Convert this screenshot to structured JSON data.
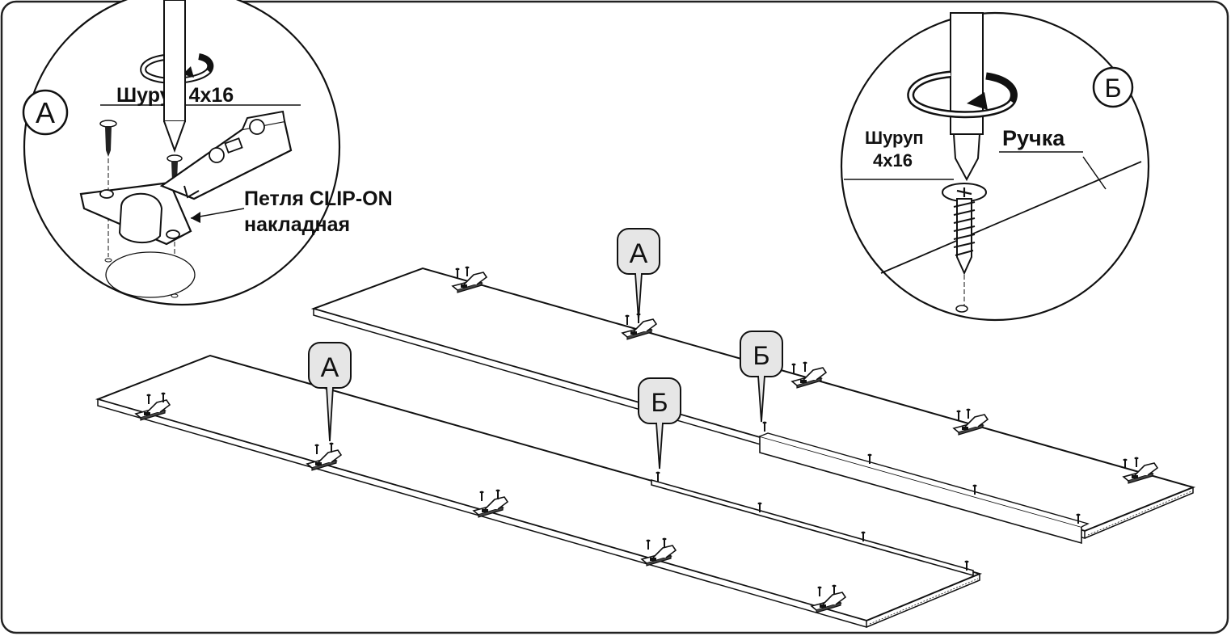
{
  "callouts": {
    "a_letter": "А",
    "b_letter": "Б"
  },
  "detail_a": {
    "screw_label": "Шуруп 4х16",
    "hinge_label_line1": "Петля CLIP-ON",
    "hinge_label_line2": "накладная"
  },
  "detail_b": {
    "screw_label_line1": "Шуруп",
    "screw_label_line2": "4х16",
    "handle_label": "Ручка"
  },
  "main_markers": {
    "upper_panel_hinge": "А",
    "lower_panel_hinge": "А",
    "lower_panel_handle": "Б",
    "upper_panel_handle": "Б"
  }
}
